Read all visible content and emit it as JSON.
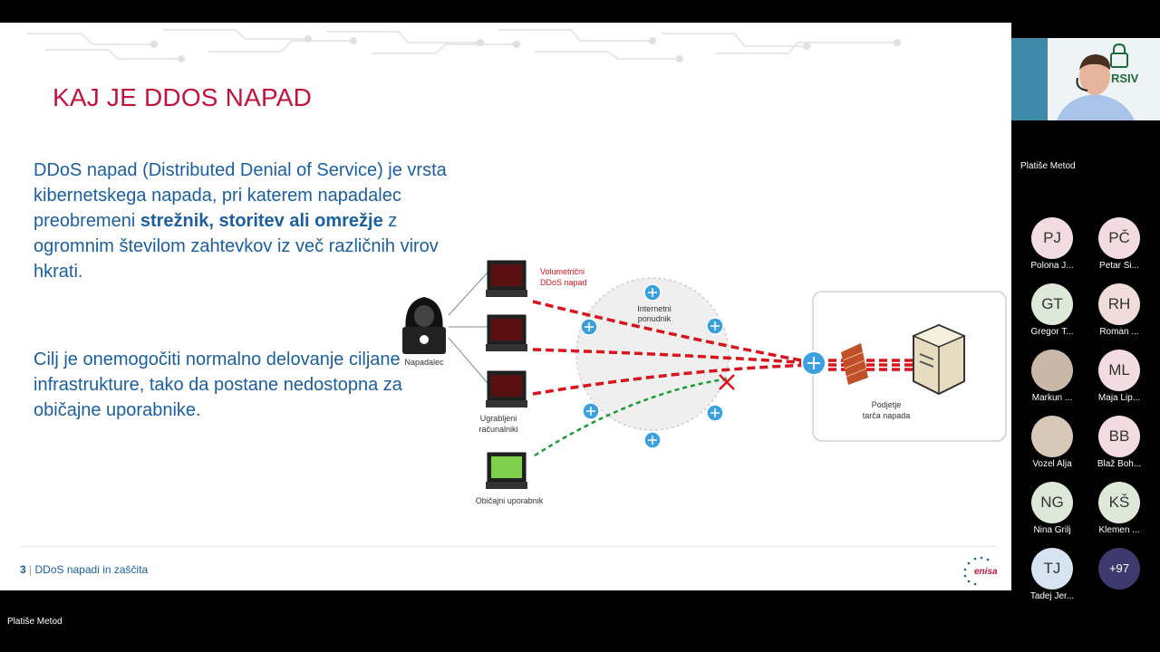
{
  "slide": {
    "title": "KAJ JE DDOS NAPAD",
    "p1_a": "DDoS napad (Distributed Denial of Service) je vrsta kibernetskega napada, pri katerem napadalec preobremeni ",
    "p1_bold": "strežnik, storitev ali omrežje",
    "p1_b": " z ogromnim številom zahtevkov iz več različnih virov hkrati.",
    "p2": "Cilj je onemogočiti normalno delovanje ciljane infrastrukture, tako da postane nedostopna za običajne uporabnike.",
    "footer_number": "3",
    "footer_text": "DDoS napadi in zaščita",
    "logo_text": "enisa"
  },
  "diagram": {
    "attacker_label": "Napadalec",
    "bots_label_1": "Ugrabljeni",
    "bots_label_2": "računalniki",
    "volumetric_1": "Volumetrični",
    "volumetric_2": "DDoS napad",
    "isp_1": "Internetni",
    "isp_2": "ponudnik",
    "target_1": "Podjetje",
    "target_2": "tarča napada",
    "user_label": "Običajni uporabnik",
    "attack_color": "#d9141c",
    "legit_color": "#1a9a3a"
  },
  "meeting": {
    "speaker_name": "Platiše Metod",
    "speaker_logo": "RSIV",
    "bottom_name": "Platiše Metod",
    "participants": [
      {
        "initials": "PJ",
        "name": "Polona J...",
        "color": "#f2dce0"
      },
      {
        "initials": "PČ",
        "name": "Petar Ši...",
        "color": "#f2dce0"
      },
      {
        "initials": "GT",
        "name": "Gregor T...",
        "color": "#dde8d8"
      },
      {
        "initials": "RH",
        "name": "Roman ...",
        "color": "#f0dcd8"
      },
      {
        "initials": "",
        "name": "Markun ...",
        "color": "#c9b8a8"
      },
      {
        "initials": "ML",
        "name": "Maja Lip...",
        "color": "#f2dce0"
      },
      {
        "initials": "",
        "name": "Vozel Alja",
        "color": "#d8c8b8"
      },
      {
        "initials": "BB",
        "name": "Blaž Boh...",
        "color": "#f2dce0"
      },
      {
        "initials": "NG",
        "name": "Nina Grilj",
        "color": "#dde8d8"
      },
      {
        "initials": "KŠ",
        "name": "Klemen ...",
        "color": "#dde8d8"
      },
      {
        "initials": "TJ",
        "name": "Tadej Jer...",
        "color": "#d6e4f2"
      },
      {
        "initials": "+97",
        "name": "",
        "color": "#3d3a6e"
      }
    ]
  }
}
